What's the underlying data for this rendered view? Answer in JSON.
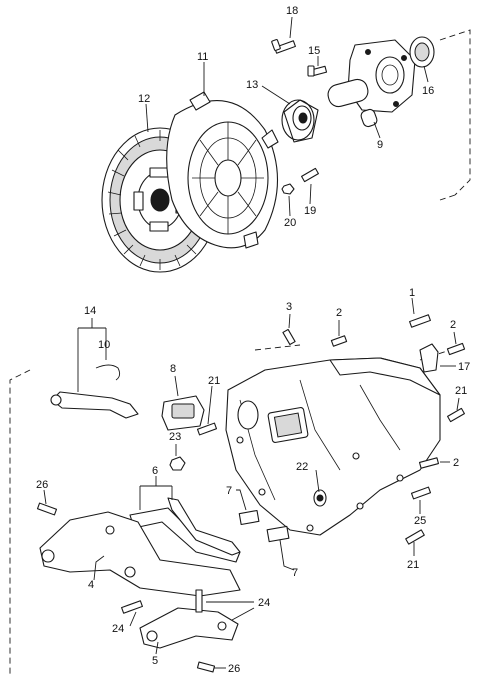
{
  "diagram": {
    "callouts": {
      "c18": "18",
      "c15": "15",
      "c11": "11",
      "c13": "13",
      "c12": "12",
      "c16": "16",
      "c9": "9",
      "c20": "20",
      "c19": "19",
      "c14": "14",
      "c10": "10",
      "c3": "3",
      "c2a": "2",
      "c1": "1",
      "c2b": "2",
      "c17": "17",
      "c8": "8",
      "c21a": "21",
      "c21b": "21",
      "c23": "23",
      "c22": "22",
      "c2c": "2",
      "c6": "6",
      "c26a": "26",
      "c7a": "7",
      "c7b": "7",
      "c25": "25",
      "c21c": "21",
      "c4": "4",
      "c24a": "24",
      "c24b": "24",
      "c5": "5",
      "c26b": "26"
    }
  }
}
